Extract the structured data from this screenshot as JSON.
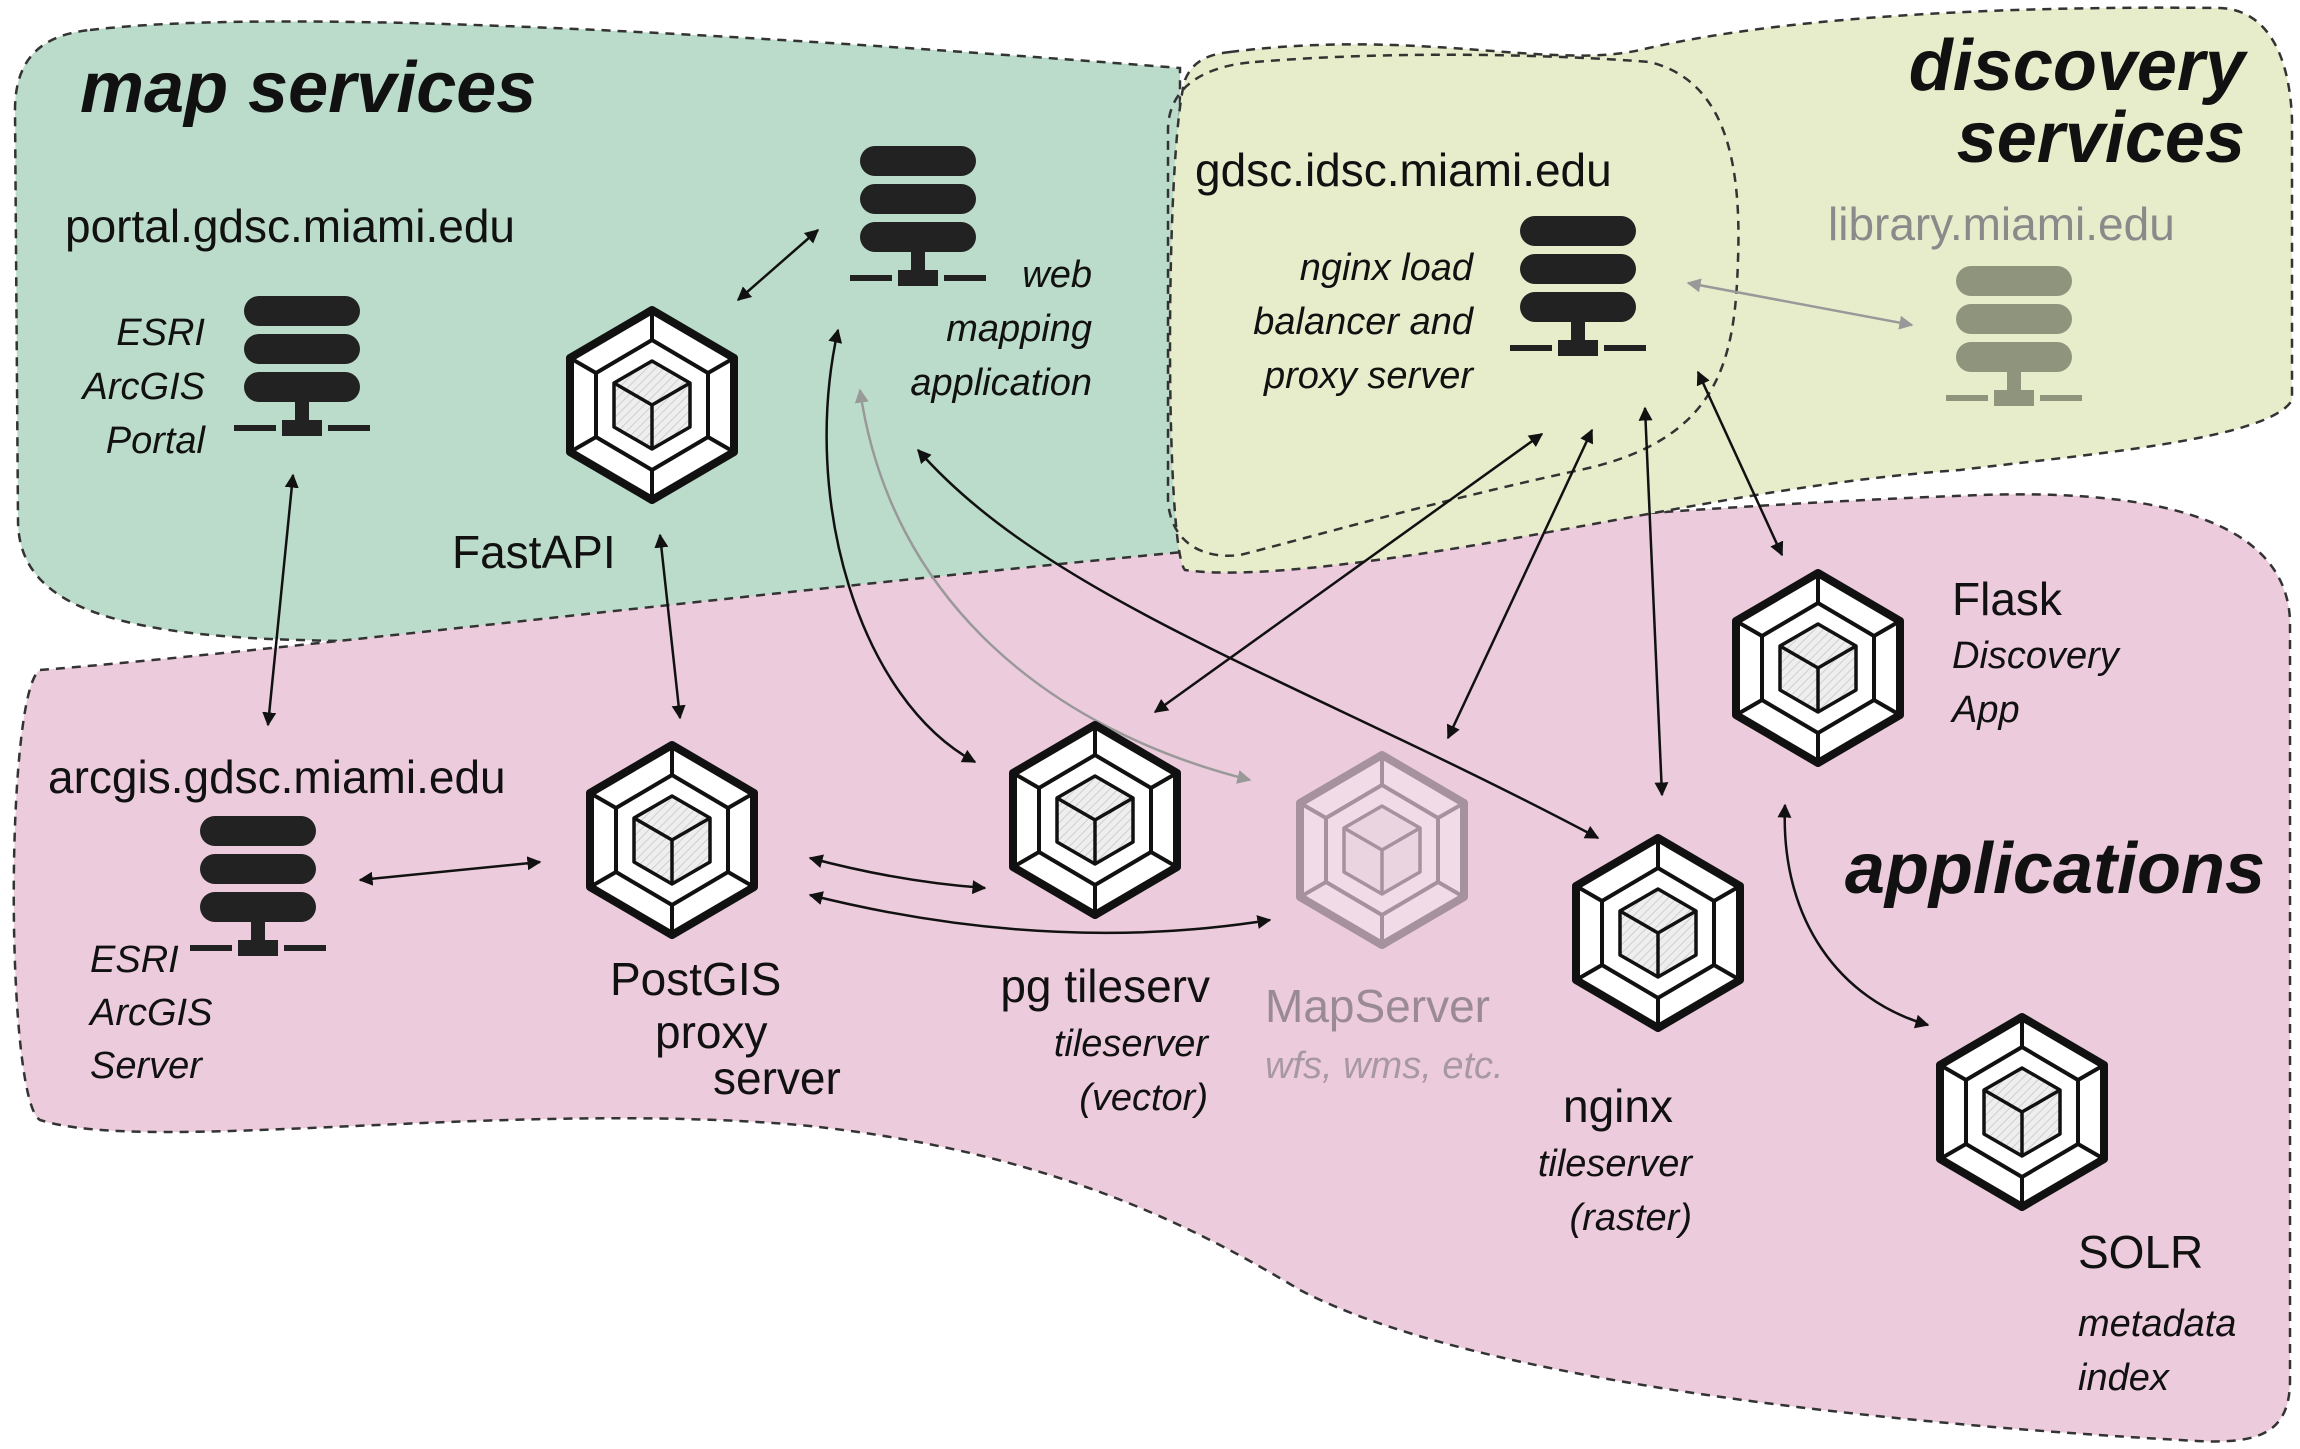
{
  "regions": {
    "map_services": {
      "title": "map services",
      "color": "#bcdccb"
    },
    "discovery_services": {
      "title_line1": "discovery",
      "title_line2": "services",
      "color": "#e7eccb"
    },
    "applications": {
      "title": "applications",
      "color": "#ecccdc"
    }
  },
  "nodes": {
    "portal": {
      "host": "portal.gdsc.miami.edu",
      "desc": [
        "ESRI",
        "ArcGIS",
        "Portal"
      ],
      "icon": "server-icon"
    },
    "webmap": {
      "desc": [
        "web",
        "mapping",
        "application"
      ],
      "icon": "server-icon"
    },
    "fastapi": {
      "label": "FastAPI",
      "icon": "hexagon-cube-icon"
    },
    "gdsc": {
      "host": "gdsc.idsc.miami.edu",
      "desc": [
        "nginx load",
        "balancer and",
        "proxy server"
      ],
      "icon": "server-icon"
    },
    "library": {
      "host": "library.miami.edu",
      "icon": "server-icon",
      "muted": true
    },
    "arcgis": {
      "host": "arcgis.gdsc.miami.edu",
      "desc": [
        "ESRI",
        "ArcGIS",
        "Server"
      ],
      "icon": "server-icon"
    },
    "postgis": {
      "label": [
        "PostGIS",
        "proxy",
        "server"
      ],
      "icon": "hexagon-cube-icon"
    },
    "pgtileserv": {
      "label": "pg tileserv",
      "desc": [
        "tileserver",
        "(vector)"
      ],
      "icon": "hexagon-cube-icon"
    },
    "mapserver": {
      "label": "MapServer",
      "desc": "wfs, wms, etc.",
      "icon": "hexagon-cube-icon",
      "muted": true
    },
    "nginx": {
      "label": "nginx",
      "desc": [
        "tileserver",
        "(raster)"
      ],
      "icon": "hexagon-cube-icon"
    },
    "flask": {
      "label": "Flask",
      "desc": [
        "Discovery",
        "App"
      ],
      "icon": "hexagon-cube-icon"
    },
    "solr": {
      "label": "SOLR",
      "desc": [
        "metadata",
        "index"
      ],
      "icon": "hexagon-cube-icon"
    }
  },
  "colors": {
    "ink": "#111111",
    "muted_gray": "#8a8a8a",
    "muted_mauve": "#9a8a96"
  }
}
